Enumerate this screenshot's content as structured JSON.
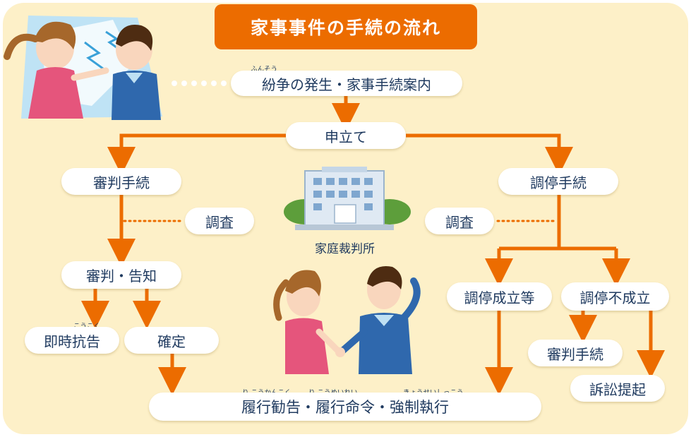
{
  "title": "家事事件の手続の流れ",
  "colors": {
    "accent": "#ec6c00",
    "background": "#fdf0c8",
    "text": "#1f3a5f"
  },
  "nodes": {
    "dispute": "紛争の発生・家事手続案内",
    "dispute_ruby": "ふんそう",
    "petition": "申立て",
    "judgment_procedure": "審判手続",
    "conciliation_procedure": "調停手続",
    "investigation_left": "調査",
    "investigation_right": "調査",
    "judgment_notice": "審判・告知",
    "immediate_appeal": "即時抗告",
    "immediate_appeal_ruby": "こうこく",
    "finalized": "確定",
    "conciliation_success": "調停成立等",
    "conciliation_failure": "調停不成立",
    "judgment_procedure_2": "審判手続",
    "lawsuit": "訴訟提起",
    "enforcement": "履行勧告・履行命令・強制執行",
    "enforcement_ruby_1": "り こうかんこく",
    "enforcement_ruby_2": "り こうめいれい",
    "enforcement_ruby_3": "きょうせいしっこう"
  },
  "court_label": "家庭裁判所"
}
